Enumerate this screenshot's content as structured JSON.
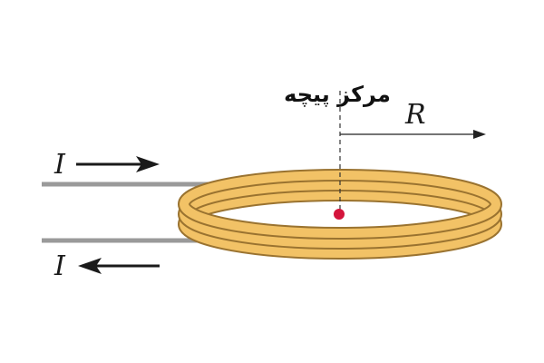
{
  "labels": {
    "current_top": "I",
    "current_bottom": "I",
    "radius": "R",
    "center_label": "مرکز پیچه"
  },
  "colors": {
    "coil_fill": "#f2c266",
    "coil_edge": "#9a7330",
    "wire": "#9a9a9a",
    "center_dot": "#d4143c",
    "arrow": "#1a1a1a"
  },
  "coil": {
    "turns": 3
  }
}
